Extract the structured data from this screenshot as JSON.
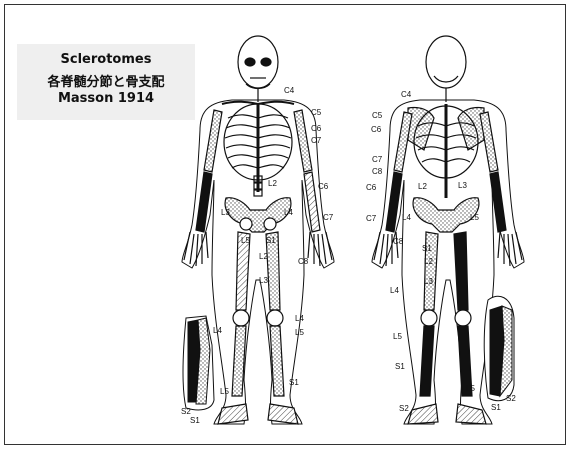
{
  "title": {
    "line1": "Sclerotomes",
    "line2": "各脊髄分節と骨支配",
    "line3": "Masson 1914"
  },
  "labels": {
    "anterior": {
      "c4": "C4",
      "c5": "C5",
      "c6_upper": "C6",
      "c7_upper": "C7",
      "c6_forearm": "C6",
      "c7_forearm": "C7",
      "l2_pelvis": "L2",
      "l3_pelvis": "L3",
      "l4_pelvis": "L4",
      "l5_pelvis": "L5",
      "s1_pelvis": "S1",
      "c8_hand": "C8",
      "l2_thigh": "L2",
      "l3_thigh": "L3",
      "l4_knee": "L4",
      "l5_shin": "L5",
      "s1_ankle": "S1"
    },
    "foot_left": {
      "l4": "L4",
      "l5": "L5",
      "s2": "S2",
      "s1": "S1"
    },
    "posterior": {
      "c4": "C4",
      "c5": "C5",
      "c6_upper": "C6",
      "c7": "C7",
      "c8": "C8",
      "c6_forearm": "C6",
      "c7_forearm": "C7",
      "l2_pelvis": "L2",
      "l3_pelvis": "L3",
      "l4_pelvis": "L4",
      "l5_pelvis": "L5",
      "s1_pelvis": "S1",
      "c8_hand": "C8",
      "l2_thigh": "L2",
      "l3_thigh": "L3",
      "l4_thigh": "L4",
      "l5_knee": "L5",
      "s1_calf": "S1",
      "s2_ankle": "S2"
    },
    "foot_right": {
      "l5": "L5",
      "s1": "S1",
      "s2": "S2"
    }
  }
}
